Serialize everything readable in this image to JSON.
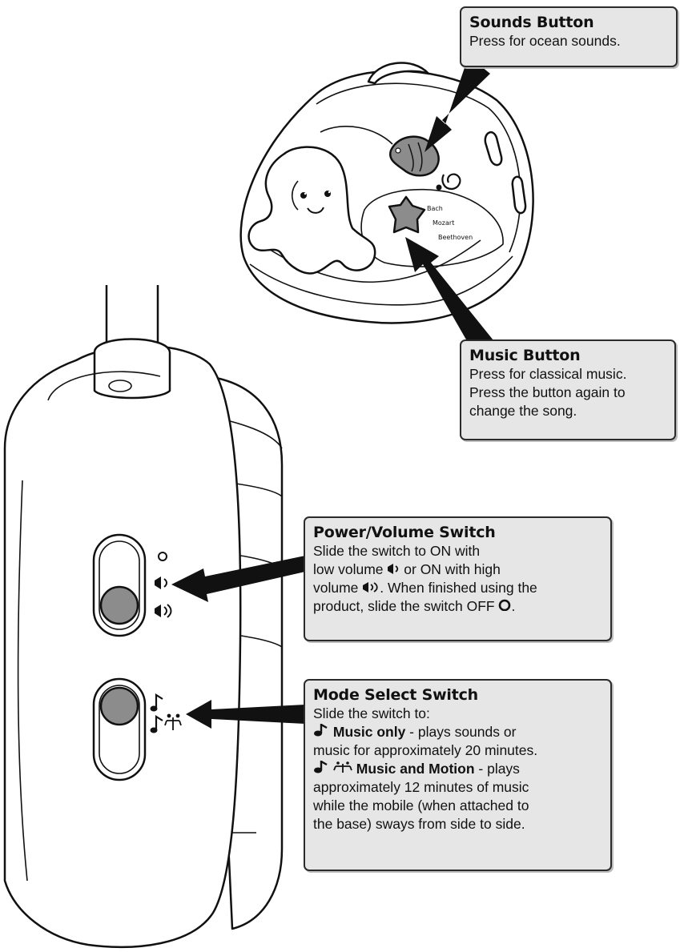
{
  "callouts": {
    "sounds": {
      "title": "Sounds Button",
      "text": "Press for ocean sounds."
    },
    "music": {
      "title": "Music Button",
      "lines": [
        "Press for classical music.",
        "Press the button again to",
        "change the song."
      ]
    },
    "power": {
      "title": "Power/Volume Switch",
      "line1": "Slide the switch to ON with",
      "line2a": "low volume ",
      "line2b": " or ON with high",
      "line3a": "volume ",
      "line3b": ". When finished using the",
      "line4a": "product, slide the switch OFF ",
      "line4b": "."
    },
    "mode": {
      "title": "Mode Select Switch",
      "intro": "Slide the switch to:",
      "music_only_label": "Music only",
      "music_only_text": " - plays sounds or",
      "music_only_cont": "music for approximately 20 minutes.",
      "music_motion_label": "Music and Motion",
      "music_motion_text": " - plays",
      "music_motion_cont": [
        "approximately 12 minutes of music",
        "while the mobile (when attached to",
        "the base) sways from side to side."
      ]
    }
  },
  "labels": {
    "composers": [
      "Bach",
      "Mozart",
      "Beethoven"
    ]
  },
  "icons": {
    "off": "off-circle-icon",
    "low_volume": "low-volume-icon",
    "high_volume": "high-volume-icon",
    "music_note": "music-note-icon",
    "mobile_motion": "mobile-motion-icon"
  },
  "colors": {
    "callout_fill": "#e6e6e6",
    "button_gray": "#8c8c8c",
    "outline": "#111111"
  }
}
